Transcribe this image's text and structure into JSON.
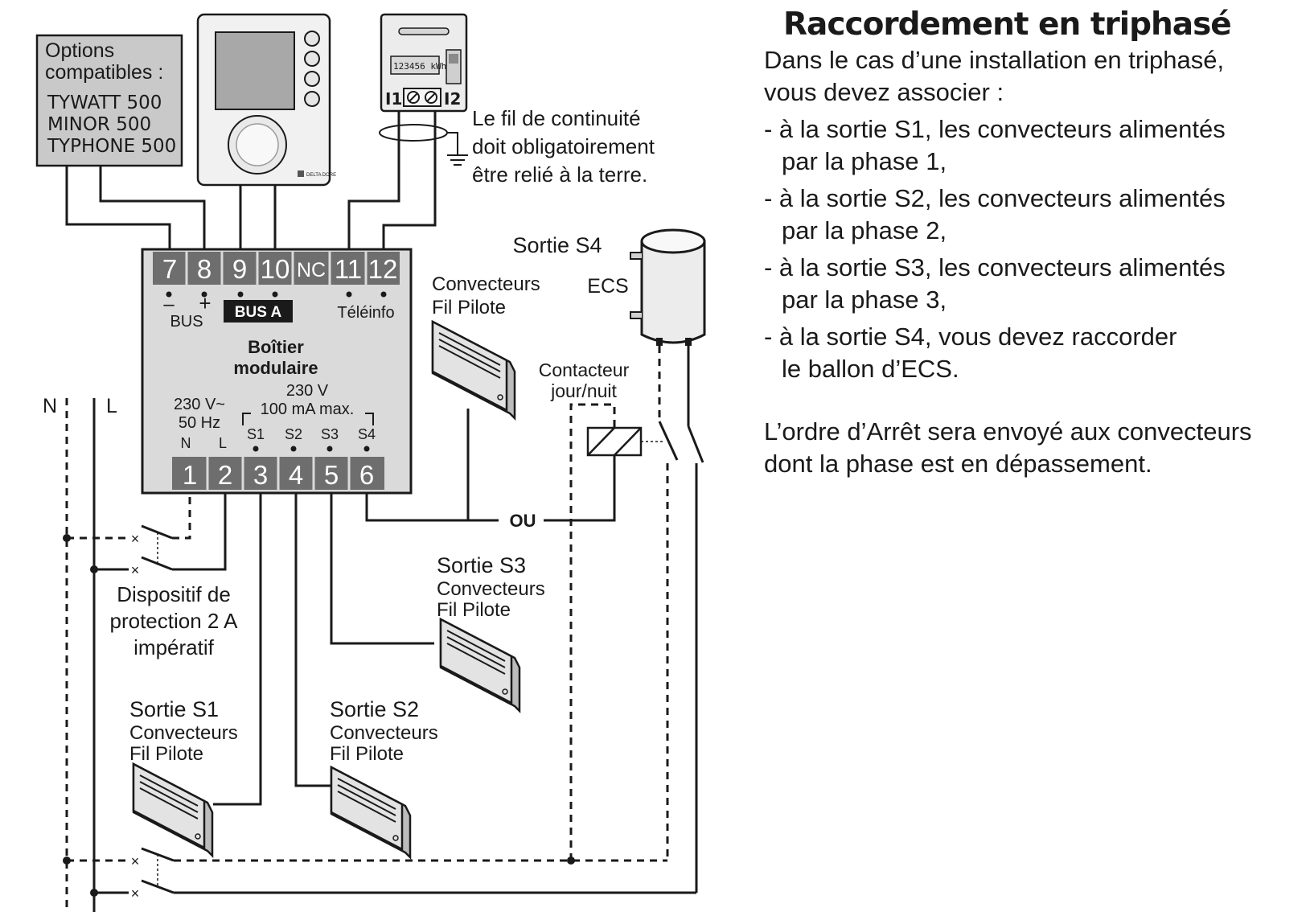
{
  "options_box": {
    "title_line1": "Options",
    "title_line2": "compatibles :",
    "products": [
      "TYWATT 500",
      "MINOR 500",
      "TYPHONE 500"
    ]
  },
  "meter": {
    "reading": "123456 kWh",
    "terminal_left": "I1",
    "terminal_right": "I2"
  },
  "thermostat": {
    "brand": "DELTA DORE"
  },
  "earth_note": [
    "Le fil de continuité",
    "doit obligatoirement",
    "être relié à la terre."
  ],
  "module": {
    "top_terminals": [
      "7",
      "8",
      "9",
      "10",
      "NC",
      "11",
      "12"
    ],
    "minus_sign": "–",
    "plus_sign": "+",
    "bus_label": "BUS",
    "bus_a_label": "BUS A",
    "teleinfo_label": "Téléinfo",
    "title_line1": "Boîtier",
    "title_line2": "modulaire",
    "supply_line1": "230 V~",
    "supply_line2": "50 Hz",
    "supply_n": "N",
    "supply_l": "L",
    "outputs_line1": "230 V",
    "outputs_line2": "100 mA max.",
    "output_labels": [
      "S1",
      "S2",
      "S3",
      "S4"
    ],
    "bottom_terminals": [
      "1",
      "2",
      "3",
      "4",
      "5",
      "6"
    ]
  },
  "lines": {
    "neutral": "N",
    "live": "L"
  },
  "ou_label": "OU",
  "protection_label": [
    "Dispositif de",
    "protection 2 A",
    "impératif"
  ],
  "contactor_label": [
    "Contacteur",
    "jour/nuit"
  ],
  "water_heater": {
    "sortie": "Sortie S4",
    "label": "ECS"
  },
  "convector_s4": {
    "line1": "Convecteurs",
    "line2": "Fil Pilote"
  },
  "convector_s3": {
    "sortie": "Sortie S3",
    "line1": "Convecteurs",
    "line2": "Fil Pilote"
  },
  "convector_s1": {
    "sortie": "Sortie S1",
    "line1": "Convecteurs",
    "line2": "Fil Pilote"
  },
  "convector_s2": {
    "sortie": "Sortie S2",
    "line1": "Convecteurs",
    "line2": "Fil Pilote"
  },
  "panel": {
    "title": "Raccordement en triphasé",
    "intro_line1": "Dans le cas d’une installation en triphasé,",
    "intro_line2": "vous devez associer :",
    "items": [
      {
        "line1": "- à la sortie S1, les convecteurs alimentés",
        "line2": "par la phase 1,"
      },
      {
        "line1": "- à la sortie S2, les convecteurs alimentés",
        "line2": "par la phase 2,"
      },
      {
        "line1": "- à la sortie S3, les convecteurs alimentés",
        "line2": "par la phase 3,"
      },
      {
        "line1": "- à la sortie S4, vous devez raccorder",
        "line2": "le ballon d’ECS."
      }
    ],
    "note_line1": "L’ordre d’Arrêt sera envoyé aux convecteurs",
    "note_line2": "dont la phase est en dépassement."
  }
}
